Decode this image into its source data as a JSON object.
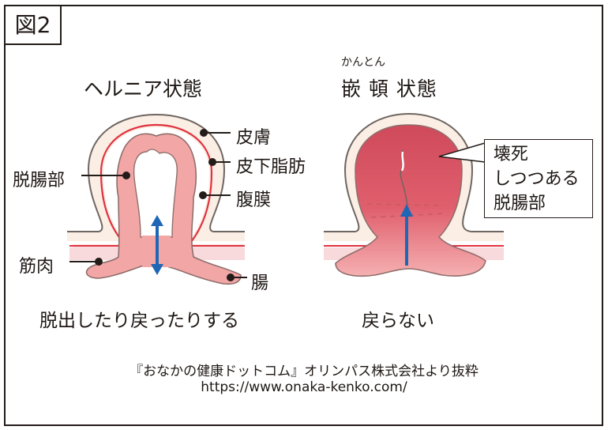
{
  "figure": {
    "label": "図2"
  },
  "left_panel": {
    "title": "ヘルニア状態",
    "labels": {
      "skin": "皮膚",
      "subcutaneous_fat": "皮下脂肪",
      "peritoneum": "腹膜",
      "prolapsed_part": "脱腸部",
      "muscle": "筋肉",
      "intestine": "腸"
    },
    "caption": "脱出したり戻ったりする"
  },
  "right_panel": {
    "ruby": "かんとん",
    "title": "嵌 頓 状態",
    "callout_lines": [
      "壊死",
      "しつつある",
      "脱腸部"
    ],
    "caption": "戻らない"
  },
  "credit": {
    "source": "『おなかの健康ドットコム』オリンパス株式会社より抜粋",
    "url": "https://www.onaka-kenko.com/"
  },
  "colors": {
    "border": "#231c19",
    "skin_fill": "#fbeee4",
    "skin_outline": "#6e6662",
    "peritoneum_line": "#e0313f",
    "intestine_fill": "#f2a7a6",
    "intestine_outline": "#8f6e6b",
    "necrotic_top": "#d24b5c",
    "necrotic_bottom": "#f4a9ab",
    "arrow": "#1f67b4"
  }
}
